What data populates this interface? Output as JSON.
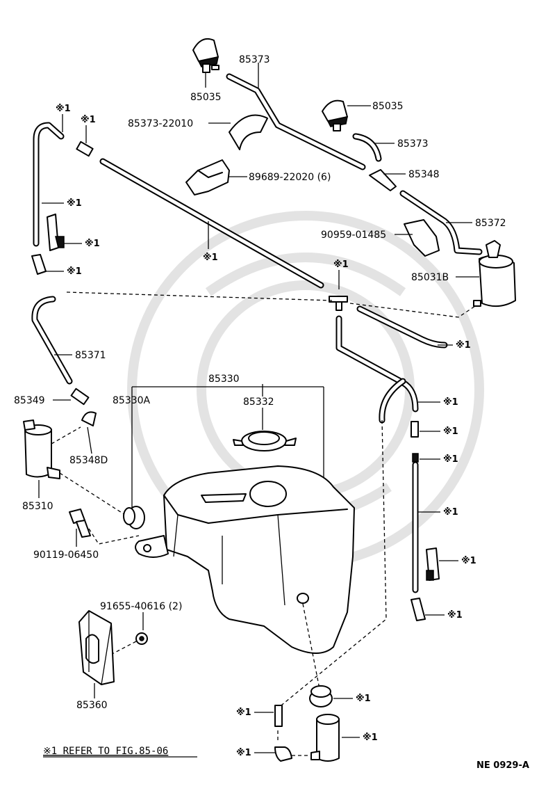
{
  "diagram": {
    "footnote": "※1 REFER TO FIG.85-06",
    "figure_code": "NE 0929-A",
    "ref_mark": "※1",
    "labels": {
      "p85373_top": "85373",
      "p85035_left": "85035",
      "p85373_22010": "85373-22010",
      "p85035_right": "85035",
      "p85373_right": "85373",
      "p89689": "89689-22020 (6)",
      "p85348": "85348",
      "p85372": "85372",
      "p90959": "90959-01485",
      "p85031b": "85031B",
      "p85371": "85371",
      "p85330": "85330",
      "p85330a": "85330A",
      "p85332": "85332",
      "p85349": "85349",
      "p85348d": "85348D",
      "p85310": "85310",
      "p90119": "90119-06450",
      "p91655": "91655-40616 (2)",
      "p85360": "85360"
    }
  }
}
